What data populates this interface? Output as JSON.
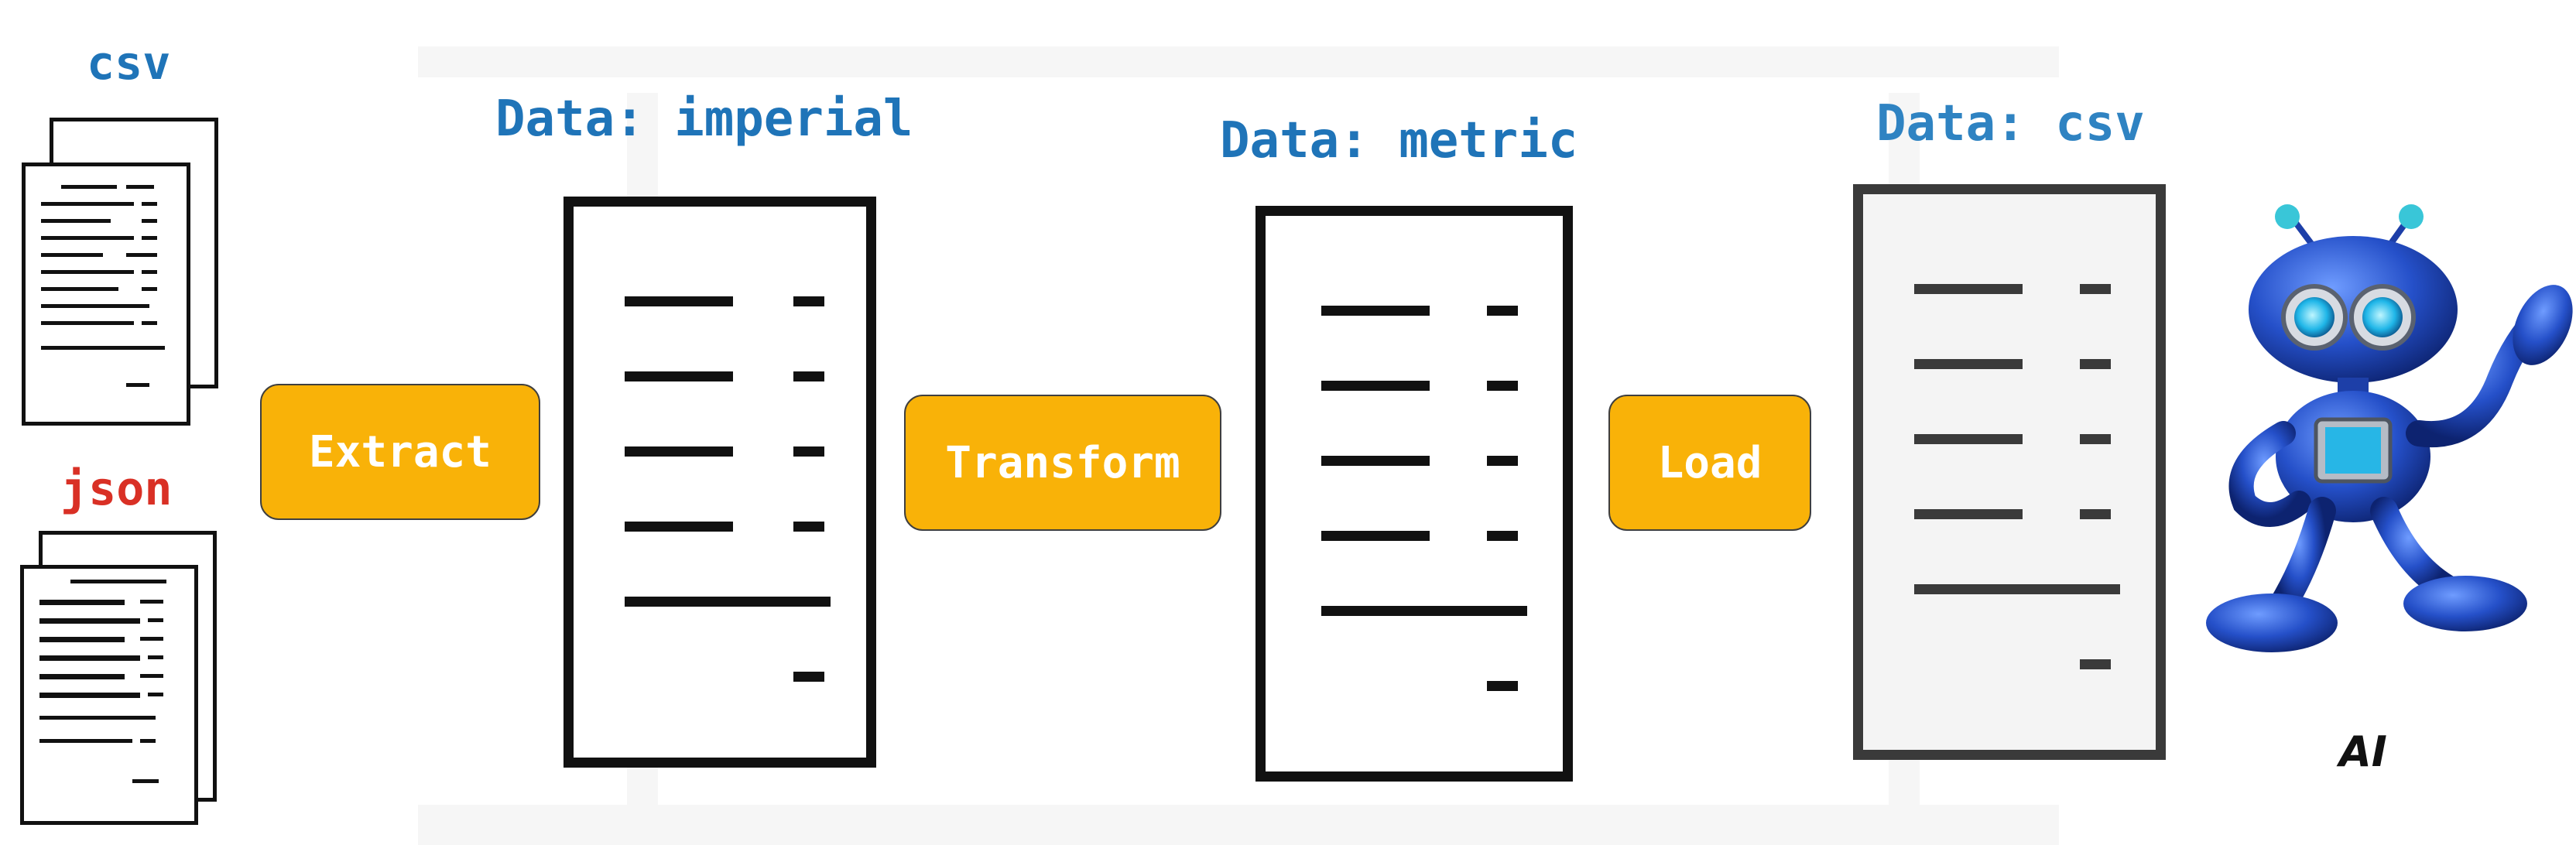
{
  "sources": {
    "csv_label": "csv",
    "json_label": "json",
    "csv_color": "#1f74b8",
    "json_color": "#d93025"
  },
  "stages": [
    {
      "label": "Data: imperial"
    },
    {
      "label": "Data: metric"
    },
    {
      "label": "Data: csv"
    }
  ],
  "steps": [
    {
      "label": "Extract"
    },
    {
      "label": "Transform"
    },
    {
      "label": "Load"
    }
  ],
  "robot": {
    "label": "AI",
    "icon": "robot-icon"
  },
  "colors": {
    "step_fill": "#f9b208",
    "label_blue": "#1f74b8",
    "robot_blue": "#2550c9"
  }
}
